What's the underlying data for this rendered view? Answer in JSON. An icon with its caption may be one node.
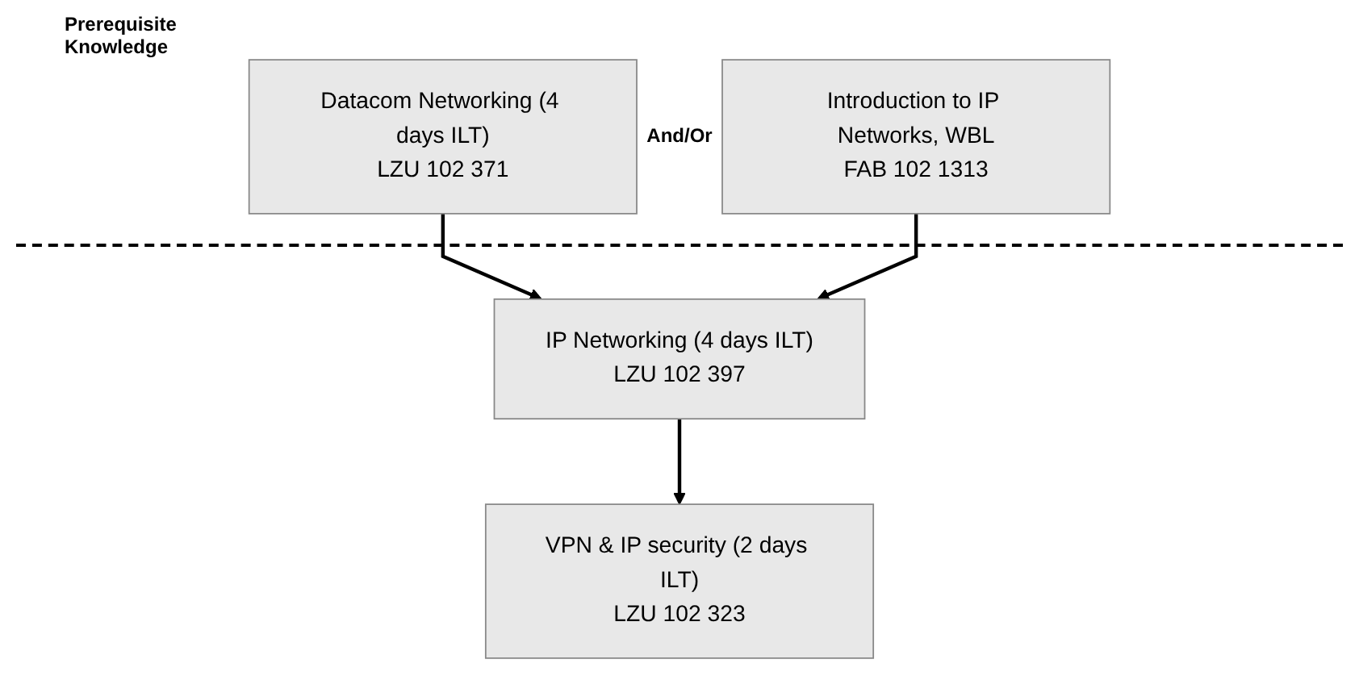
{
  "diagram": {
    "nodes": [
      {
        "text": [
          "Datacom Networking (4 days ILT)",
          "LZU 102 371"
        ]
      },
      {
        "text": [
          "Introduction to IP Networks, WBL",
          "FAB 102 1313"
        ]
      },
      {
        "text": [
          "IP Networking (4 days ILT)",
          "LZU 102 397"
        ]
      },
      {
        "text": [
          "VPN & IP security (2 days ILT)",
          "LZU 102 323"
        ]
      }
    ],
    "edges": [
      {
        "from": 0,
        "to": 2,
        "arrow": "to"
      },
      {
        "from": 1,
        "to": 2,
        "arrow": "to"
      },
      {
        "from": 2,
        "to": 3,
        "arrow": "to"
      }
    ],
    "labels": [
      "Prerequisite Knowledge",
      "And/Or"
    ]
  }
}
